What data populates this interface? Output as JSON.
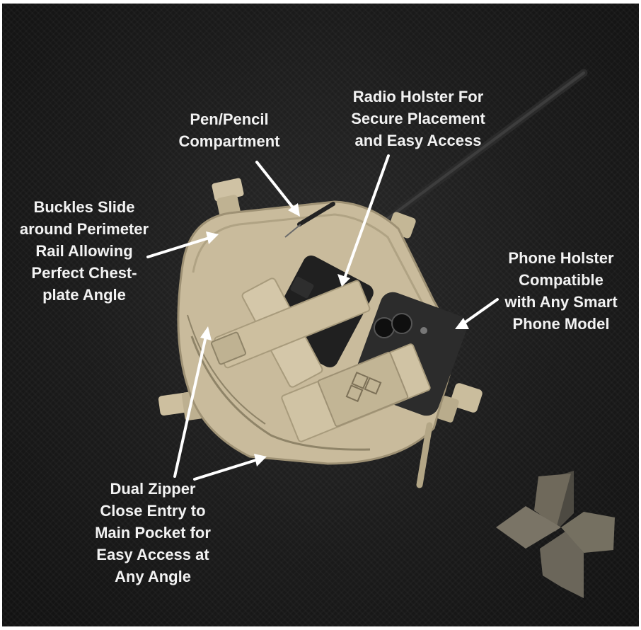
{
  "callouts": {
    "pen_pencil": [
      "Pen/Pencil",
      "Compartment"
    ],
    "radio_holster": [
      "Radio Holster For",
      "Secure Placement",
      "and Easy Access"
    ],
    "buckles": [
      "Buckles Slide",
      "around Perimeter",
      "Rail Allowing",
      "Perfect Chest-",
      "plate Angle"
    ],
    "phone_holster": [
      "Phone Holster",
      "Compatible",
      "with Any Smart",
      "Phone Model"
    ],
    "dual_zipper": [
      "Dual Zipper",
      "Close Entry to",
      "Main Pocket for",
      "Easy Access at",
      "Any Angle"
    ]
  },
  "colors": {
    "background": "#1b1b1b",
    "pouch_tan": "#c9bb9c",
    "logo_tan": "#7a7466",
    "text": "#f2f2f2"
  },
  "icons": {
    "logo": "diamond-clover-logo",
    "pouch_patch": "diamond-clover-patch"
  }
}
